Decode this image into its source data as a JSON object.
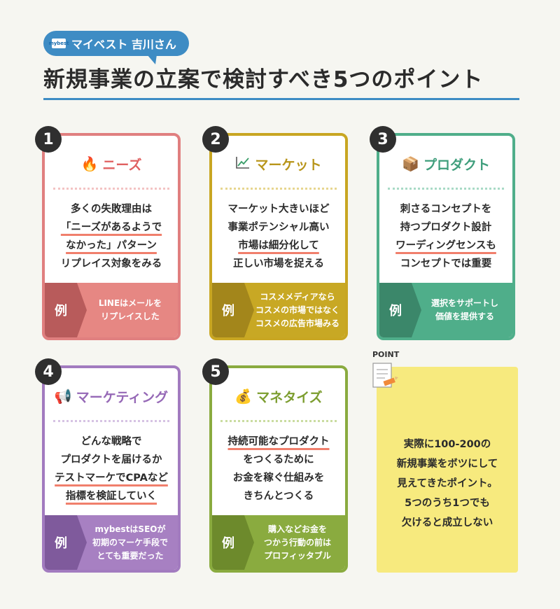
{
  "header": {
    "logo_text": "mybest",
    "author": "マイベスト 吉川さん",
    "title": "新規事業の立案で検討すべき5つのポイント"
  },
  "cards": [
    {
      "number": "1",
      "icon": "fire-icon",
      "heading": "ニーズ",
      "lines": [
        "多くの失敗理由は",
        "「ニーズがあるようで",
        "なかった」パターン",
        "リプレイス対象をみる"
      ],
      "underlined": [
        1,
        2
      ],
      "example_label": "例",
      "example_lines": [
        "LINEはメールを",
        "リプレイスした"
      ]
    },
    {
      "number": "2",
      "icon": "chart-icon",
      "heading": "マーケット",
      "lines": [
        "マーケット大きいほど",
        "事業ポテンシャル高い",
        "市場は細分化して",
        "正しい市場を捉える"
      ],
      "underlined": [
        2
      ],
      "example_label": "例",
      "example_lines": [
        "コスメメディアなら",
        "コスメの市場ではなく",
        "コスメの広告市場みる"
      ]
    },
    {
      "number": "3",
      "icon": "package-icon",
      "heading": "プロダクト",
      "lines": [
        "刺さるコンセプトを",
        "持つプロダクト設計",
        "ワーディングセンスも",
        "コンセプトでは重要"
      ],
      "underlined": [
        2
      ],
      "example_label": "例",
      "example_lines": [
        "選択をサポートし",
        "価値を提供する"
      ]
    },
    {
      "number": "4",
      "icon": "megaphone-icon",
      "heading": "マーケティング",
      "lines": [
        "どんな戦略で",
        "プロダクトを届けるか",
        "テストマーケでCPAなど",
        "指標を検証していく"
      ],
      "underlined": [
        2,
        3
      ],
      "example_label": "例",
      "example_lines": [
        "mybestはSEOが",
        "初期のマーケ手段で",
        "とても重要だった"
      ]
    },
    {
      "number": "5",
      "icon": "coins-icon",
      "heading": "マネタイズ",
      "lines": [
        "持続可能なプロダクト",
        "をつくるために",
        "お金を稼ぐ仕組みを",
        "きちんとつくる"
      ],
      "underlined": [
        0
      ],
      "example_label": "例",
      "example_lines": [
        "購入などお金を",
        "つかう行動の前は",
        "プロフィッタブル"
      ]
    }
  ],
  "point": {
    "label": "POINT",
    "lines": [
      "実際に100-200の",
      "新規事業をボツにして",
      "見えてきたポイント。",
      "5つのうち1つでも",
      "欠けると成立しない"
    ]
  },
  "colors": {
    "card1": "#e07f7f",
    "card2": "#c8a622",
    "card3": "#4fae8a",
    "card4": "#a27bbf",
    "card5": "#8aab3f",
    "accent": "#3e8cc4",
    "point_bg": "#f7ea7e"
  }
}
